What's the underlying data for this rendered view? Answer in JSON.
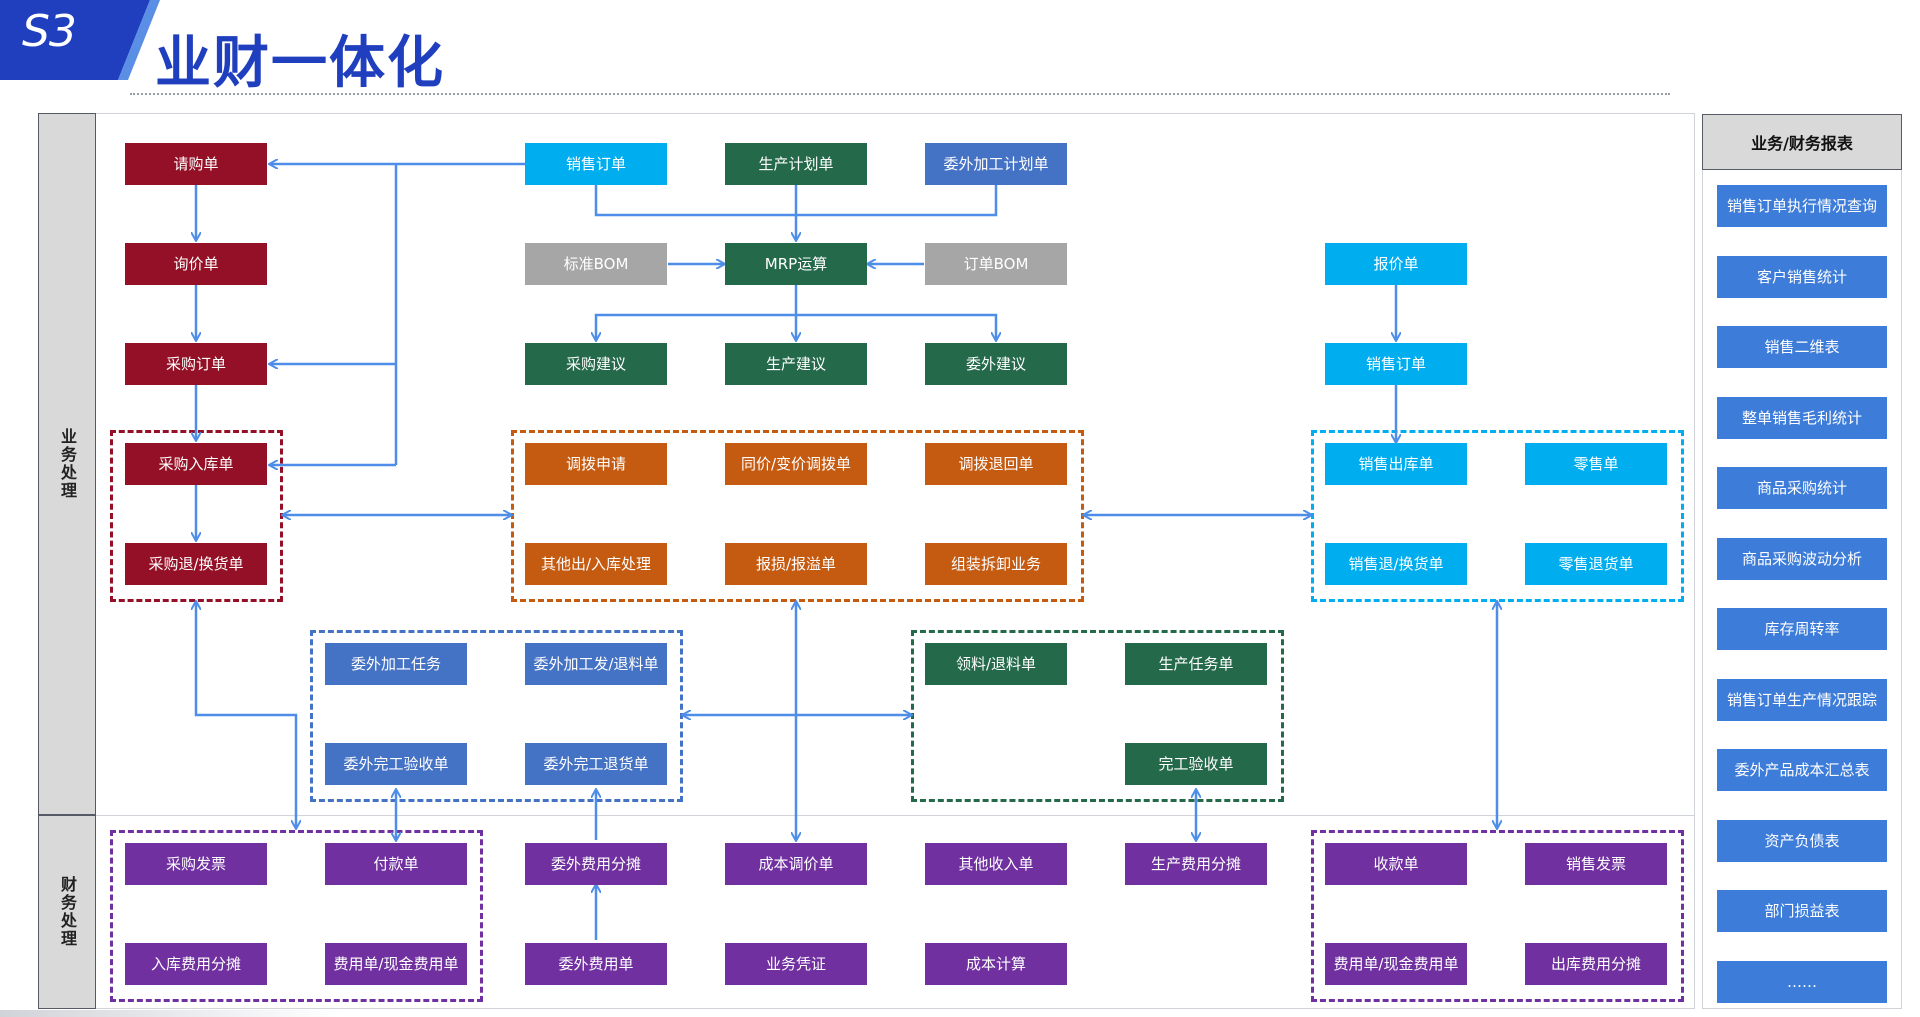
{
  "header": {
    "badge": "S3",
    "title": "业财一体化"
  },
  "side_labels": {
    "business": "业务处理",
    "finance": "财务处理"
  },
  "colors": {
    "purchase": "#941026",
    "sales": "#00aeef",
    "plan": "#23694a",
    "bom": "#a6a6a6",
    "inventory": "#c55a11",
    "outsource": "#4472c4",
    "finance": "#7030a0",
    "arrow": "#4f8ee8",
    "report": "#3d7cd9",
    "title": "#1f3fbf"
  },
  "nodes": {
    "qinggoudan": "请购单",
    "xunjiadan": "询价单",
    "caigoudingdan": "采购订单",
    "caigourukudan": "采购入库单",
    "caigoutuihuanhuo": "采购退/换货单",
    "xiaoshoudingdan_top": "销售订单",
    "shengchanjihuadan": "生产计划单",
    "weiwaijiagongjihua": "委外加工计划单",
    "biaozhunbom": "标准BOM",
    "mrp": "MRP运算",
    "dingdanbom": "订单BOM",
    "caigoujianyi": "采购建议",
    "shengchanjianyi": "生产建议",
    "weiwaijianyi": "委外建议",
    "baojiadan": "报价单",
    "xiaoshoudingdan_right": "销售订单",
    "diaobo_shenqing": "调拨申请",
    "tongjia_diaobo": "同价/变价调拨单",
    "diaobo_tuihui": "调拨退回单",
    "qitachuruku": "其他出/入库处理",
    "baosun": "报损/报溢单",
    "zuzhuang": "组装拆卸业务",
    "xiaoshouchuku": "销售出库单",
    "lingshou": "零售单",
    "xiaoshoutuihuan": "销售退/换货单",
    "lingshoutuihuo": "零售退货单",
    "weiwai_renwu": "委外加工任务",
    "weiwai_fatui": "委外加工发/退料单",
    "weiwai_yanshou": "委外完工验收单",
    "weiwai_tuihuo": "委外完工退货单",
    "lingliao": "领料/退料单",
    "shengchan_renwu": "生产任务单",
    "wangong_yanshou": "完工验收单",
    "caigoufapiao": "采购发票",
    "fukuandan": "付款单",
    "rukufeiyong": "入库费用分摊",
    "feiyongdan_left": "费用单/现金费用单",
    "weiwaifeiyongfentan": "委外费用分摊",
    "weiwaifeiyongdan": "委外费用单",
    "chengbentiaojia": "成本调价单",
    "yewupingzheng": "业务凭证",
    "qitashouru": "其他收入单",
    "chengbenjisuan": "成本计算",
    "shengchanfeiyong": "生产费用分摊",
    "shoukuandan": "收款单",
    "xiaoshoufapiao": "销售发票",
    "feiyongdan_right": "费用单/现金费用单",
    "chukufeiyong": "出库费用分摊"
  },
  "reports": {
    "header": "业务/财务报表",
    "items": [
      "销售订单执行情况查询",
      "客户销售统计",
      "销售二维表",
      "整单销售毛利统计",
      "商品采购统计",
      "商品采购波动分析",
      "库存周转率",
      "销售订单生产情况跟踪",
      "委外产品成本汇总表",
      "资产负债表",
      "部门损益表",
      "……"
    ]
  }
}
